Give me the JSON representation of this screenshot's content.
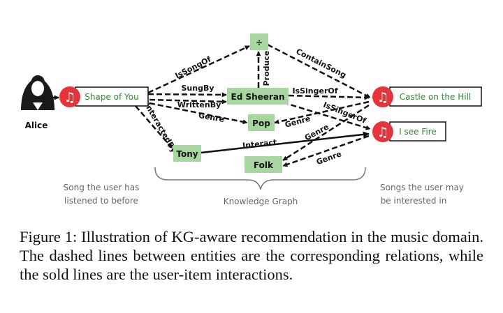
{
  "user": {
    "name": "Alice"
  },
  "songs": {
    "listened": "Shape of You",
    "castle": "Castle on the Hill",
    "fire": "I see Fire"
  },
  "entities": {
    "divide": "÷",
    "ed": "Ed Sheeran",
    "pop": "Pop",
    "tony": "Tony",
    "folk": "Folk"
  },
  "relations": {
    "is_song_of": "IsSongOf",
    "contain_song": "ContainSong",
    "sung_by": "SungBy",
    "written_by": "WrittenBy",
    "produce": "Produce",
    "is_singer_of_1": "IsSingerOf",
    "is_singer_of_2": "IsSingerOf",
    "genre_left": "Genre",
    "genre_pop": "Genre",
    "genre_fire": "Genre",
    "genre_folk": "Genre",
    "interacted_by": "InteractedBy",
    "interact": "Interact"
  },
  "annotations": {
    "left_line1": "Song the user has",
    "left_line2": "listened to before",
    "middle": "Knowledge Graph",
    "right_line1": "Songs the user may",
    "right_line2": "be interested in"
  },
  "caption": "Figure 1: Illustration of KG-aware recommendation in the music domain. The dashed lines between entities are the corresponding relations, while the sold lines are the user-item interactions."
}
